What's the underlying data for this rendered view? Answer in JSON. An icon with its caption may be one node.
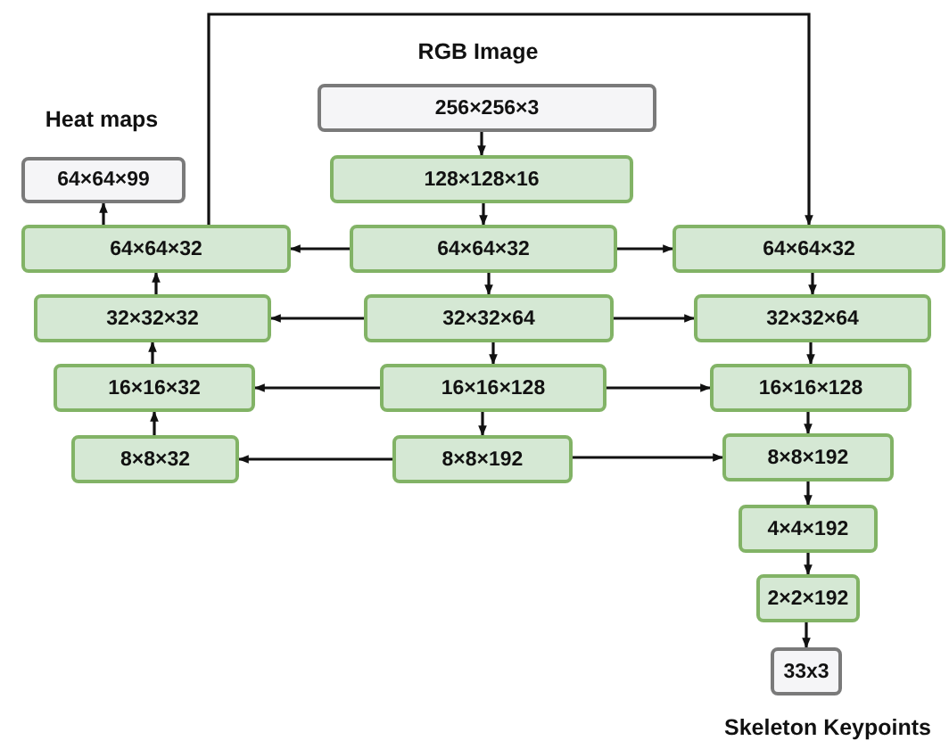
{
  "diagram": {
    "nodes": [
      {
        "text": [
          "256×256×3"
        ]
      },
      {
        "text": [
          "64×64×99"
        ]
      },
      {
        "text": [
          "128×128×16"
        ]
      },
      {
        "text": [
          "64×64×32"
        ]
      },
      {
        "text": [
          "64×64×32"
        ]
      },
      {
        "text": [
          "64×64×32"
        ]
      },
      {
        "text": [
          "32×32×32"
        ]
      },
      {
        "text": [
          "32×32×64"
        ]
      },
      {
        "text": [
          "32×32×64"
        ]
      },
      {
        "text": [
          "16×16×32"
        ]
      },
      {
        "text": [
          "16×16×128"
        ]
      },
      {
        "text": [
          "16×16×128"
        ]
      },
      {
        "text": [
          "8×8×32"
        ]
      },
      {
        "text": [
          "8×8×192"
        ]
      },
      {
        "text": [
          "8×8×192"
        ]
      },
      {
        "text": [
          "4×4×192"
        ]
      },
      {
        "text": [
          "2×2×192"
        ]
      },
      {
        "text": [
          "33x3"
        ]
      }
    ],
    "edges": [
      {
        "from": 0,
        "to": 2,
        "arrow": "to"
      },
      {
        "from": 2,
        "to": 4,
        "arrow": "to"
      },
      {
        "from": 4,
        "to": 7,
        "arrow": "to"
      },
      {
        "from": 7,
        "to": 10,
        "arrow": "to"
      },
      {
        "from": 10,
        "to": 13,
        "arrow": "to"
      },
      {
        "from": 4,
        "to": 3,
        "arrow": "to"
      },
      {
        "from": 4,
        "to": 5,
        "arrow": "to"
      },
      {
        "from": 7,
        "to": 6,
        "arrow": "to"
      },
      {
        "from": 7,
        "to": 8,
        "arrow": "to"
      },
      {
        "from": 10,
        "to": 9,
        "arrow": "to"
      },
      {
        "from": 10,
        "to": 11,
        "arrow": "to"
      },
      {
        "from": 13,
        "to": 12,
        "arrow": "to"
      },
      {
        "from": 13,
        "to": 14,
        "arrow": "to"
      },
      {
        "from": 12,
        "to": 9,
        "arrow": "to"
      },
      {
        "from": 9,
        "to": 6,
        "arrow": "to"
      },
      {
        "from": 6,
        "to": 3,
        "arrow": "to"
      },
      {
        "from": 3,
        "to": 1,
        "arrow": "to"
      },
      {
        "from": 3,
        "to": 5,
        "arrow": "to"
      },
      {
        "from": 5,
        "to": 8,
        "arrow": "to"
      },
      {
        "from": 8,
        "to": 11,
        "arrow": "to"
      },
      {
        "from": 11,
        "to": 14,
        "arrow": "to"
      },
      {
        "from": 14,
        "to": 15,
        "arrow": "to"
      },
      {
        "from": 15,
        "to": 16,
        "arrow": "to"
      },
      {
        "from": 16,
        "to": 17,
        "arrow": "to"
      }
    ],
    "labels": [
      "RGB Image",
      "Heat maps",
      "Skeleton Keypoints"
    ]
  }
}
